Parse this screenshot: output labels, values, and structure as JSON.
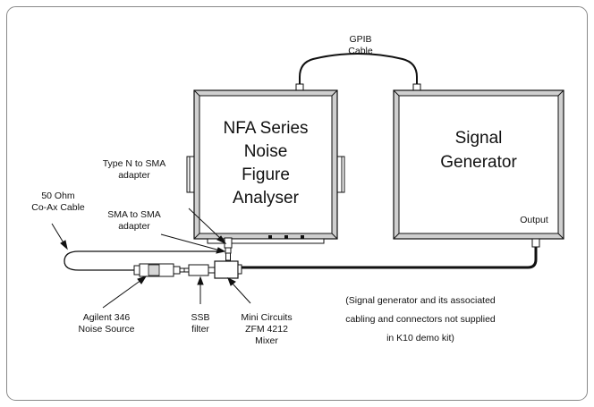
{
  "gpib": {
    "line1": "GPIB",
    "line2": "Cable"
  },
  "nfa": {
    "line1": "NFA Series",
    "line2": "Noise",
    "line3": "Figure",
    "line4": "Analyser"
  },
  "signal_generator": {
    "line1": "Signal",
    "line2": "Generator",
    "output": "Output"
  },
  "labels": {
    "type_n_1": "Type N to SMA",
    "type_n_2": "adapter",
    "sma_1": "SMA to SMA",
    "sma_2": "adapter",
    "coax_1": "50 Ohm",
    "coax_2": "Co-Ax Cable",
    "agilent_1": "Agilent 346",
    "agilent_2": "Noise Source",
    "ssb_1": "SSB",
    "ssb_2": "filter",
    "mixer_1": "Mini Circuits",
    "mixer_2": "ZFM 4212",
    "mixer_3": "Mixer"
  },
  "note": {
    "line1": "(Signal generator and its associated",
    "line2": "cabling and connectors not supplied",
    "line3": "in K10 demo kit)"
  },
  "colors": {
    "line": "#111111",
    "shade": "#cfcfcf",
    "face": "#ffffff",
    "frame": "#8a8a8a"
  }
}
